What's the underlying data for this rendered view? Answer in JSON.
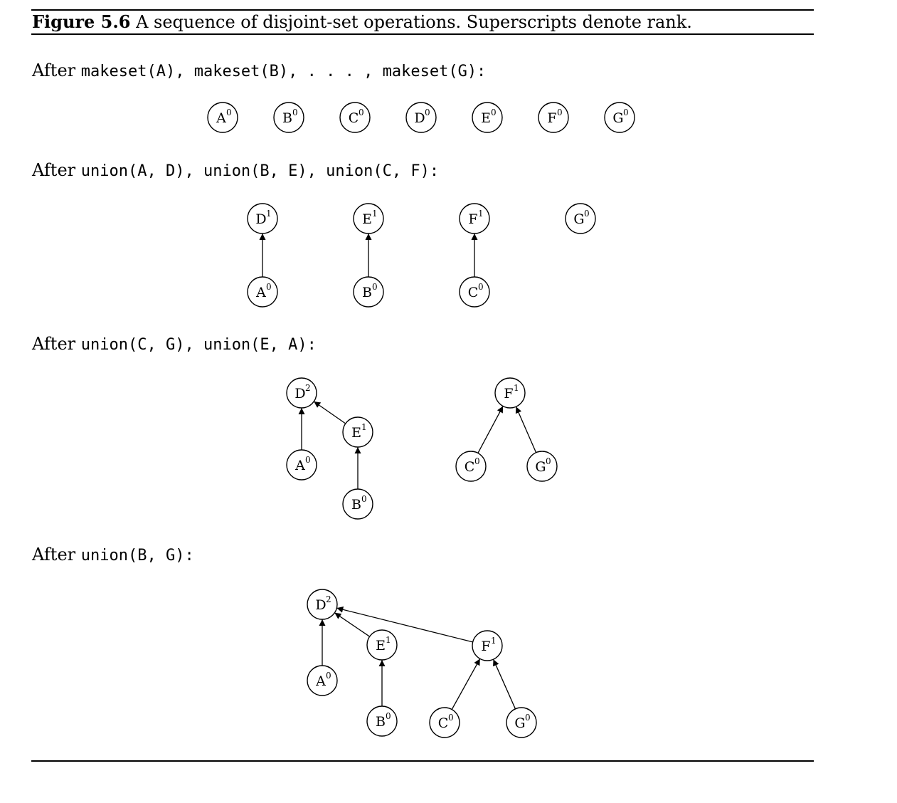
{
  "caption": {
    "number": "Figure 5.6",
    "text": "A sequence of disjoint-set operations. Superscripts denote rank."
  },
  "steps": [
    {
      "after": "After",
      "ops_display": "makeset(A), makeset(B), . . . , makeset(G):",
      "operations": [
        "makeset(A)",
        "makeset(B)",
        "...",
        "makeset(G)"
      ],
      "nodes": [
        {
          "id": "A",
          "rank": 0,
          "parent": null
        },
        {
          "id": "B",
          "rank": 0,
          "parent": null
        },
        {
          "id": "C",
          "rank": 0,
          "parent": null
        },
        {
          "id": "D",
          "rank": 0,
          "parent": null
        },
        {
          "id": "E",
          "rank": 0,
          "parent": null
        },
        {
          "id": "F",
          "rank": 0,
          "parent": null
        },
        {
          "id": "G",
          "rank": 0,
          "parent": null
        }
      ]
    },
    {
      "after": "After",
      "ops_display": "union(A, D), union(B, E), union(C, F):",
      "operations": [
        "union(A, D)",
        "union(B, E)",
        "union(C, F)"
      ],
      "nodes": [
        {
          "id": "D",
          "rank": 1,
          "parent": null
        },
        {
          "id": "A",
          "rank": 0,
          "parent": "D"
        },
        {
          "id": "E",
          "rank": 1,
          "parent": null
        },
        {
          "id": "B",
          "rank": 0,
          "parent": "E"
        },
        {
          "id": "F",
          "rank": 1,
          "parent": null
        },
        {
          "id": "C",
          "rank": 0,
          "parent": "F"
        },
        {
          "id": "G",
          "rank": 0,
          "parent": null
        }
      ]
    },
    {
      "after": "After",
      "ops_display": "union(C, G), union(E, A):",
      "operations": [
        "union(C, G)",
        "union(E, A)"
      ],
      "nodes": [
        {
          "id": "D",
          "rank": 2,
          "parent": null
        },
        {
          "id": "A",
          "rank": 0,
          "parent": "D"
        },
        {
          "id": "E",
          "rank": 1,
          "parent": "D"
        },
        {
          "id": "B",
          "rank": 0,
          "parent": "E"
        },
        {
          "id": "F",
          "rank": 1,
          "parent": null
        },
        {
          "id": "C",
          "rank": 0,
          "parent": "F"
        },
        {
          "id": "G",
          "rank": 0,
          "parent": "F"
        }
      ]
    },
    {
      "after": "After",
      "ops_display": "union(B, G):",
      "operations": [
        "union(B, G)"
      ],
      "nodes": [
        {
          "id": "D",
          "rank": 2,
          "parent": null
        },
        {
          "id": "A",
          "rank": 0,
          "parent": "D"
        },
        {
          "id": "E",
          "rank": 1,
          "parent": "D"
        },
        {
          "id": "B",
          "rank": 0,
          "parent": "E"
        },
        {
          "id": "F",
          "rank": 1,
          "parent": "D"
        },
        {
          "id": "C",
          "rank": 0,
          "parent": "F"
        },
        {
          "id": "G",
          "rank": 0,
          "parent": "F"
        }
      ]
    }
  ]
}
